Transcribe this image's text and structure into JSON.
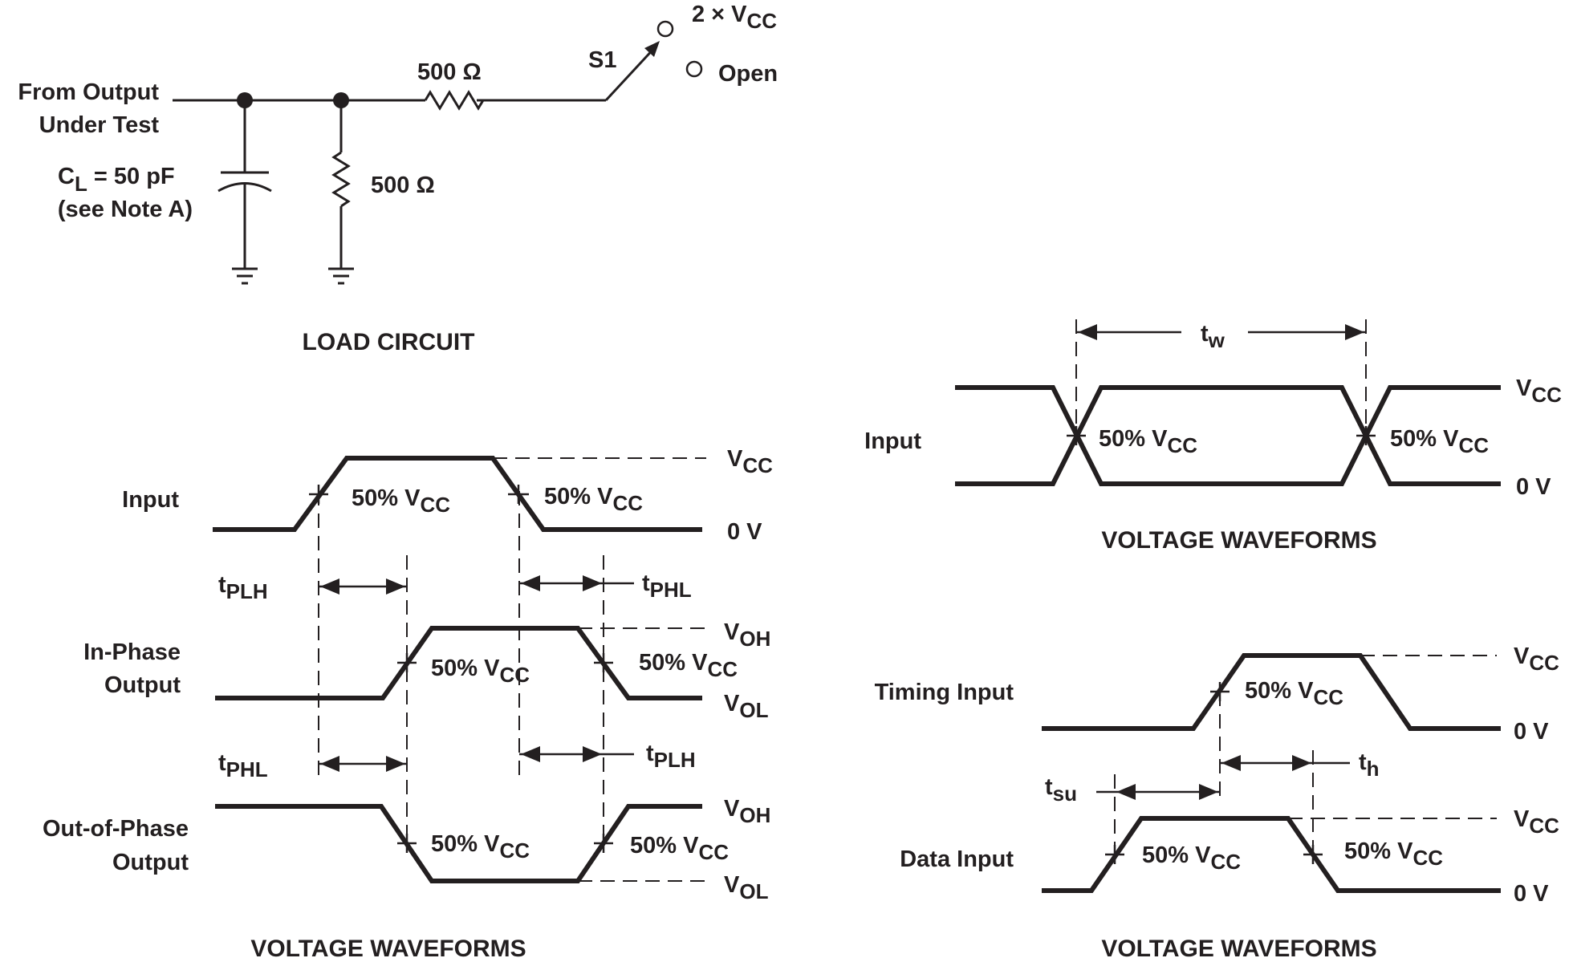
{
  "load_circuit": {
    "source_label_line1": "From Output",
    "source_label_line2": "Under Test",
    "cap_label_main": "C",
    "cap_label_sub": "L",
    "cap_label_value": " = 50 pF",
    "cap_note": "(see Note A)",
    "series_resistor": "500 Ω",
    "shunt_resistor": "500 Ω",
    "switch_name": "S1",
    "switch_pos1_main": "2 × V",
    "switch_pos1_sub": "CC",
    "switch_pos2": "Open",
    "caption": "LOAD CIRCUIT"
  },
  "propagation": {
    "input_label": "Input",
    "inphase_label_line1": "In-Phase",
    "inphase_label_line2": "Output",
    "outphase_label_line1": "Out-of-Phase",
    "outphase_label_line2": "Output",
    "pct_main": "50% V",
    "pct_sub": "CC",
    "vcc_main": "V",
    "vcc_sub": "CC",
    "zero_v": "0 V",
    "voh_main": "V",
    "voh_sub": "OH",
    "vol_main": "V",
    "vol_sub": "OL",
    "tplh_main": "t",
    "tplh_sub": "PLH",
    "tphl_main": "t",
    "tphl_sub": "PHL",
    "caption": "VOLTAGE WAVEFORMS"
  },
  "pulse_width": {
    "input_label": "Input",
    "tw_main": "t",
    "tw_sub": "w",
    "pct_main": "50% V",
    "pct_sub": "CC",
    "vcc_main": "V",
    "vcc_sub": "CC",
    "zero_v": "0 V",
    "caption": "VOLTAGE WAVEFORMS"
  },
  "setup_hold": {
    "timing_label": "Timing Input",
    "data_label": "Data Input",
    "pct_main": "50% V",
    "pct_sub": "CC",
    "vcc_main": "V",
    "vcc_sub": "CC",
    "zero_v": "0 V",
    "th_main": "t",
    "th_sub": "h",
    "tsu_main": "t",
    "tsu_sub": "su",
    "caption": "VOLTAGE WAVEFORMS"
  }
}
